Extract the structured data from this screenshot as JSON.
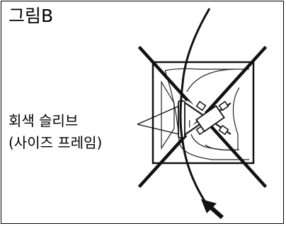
{
  "figure": {
    "title": "그림B",
    "callout_line1": "회색 슬리브",
    "callout_line2": "(사이즈 프레임)"
  }
}
